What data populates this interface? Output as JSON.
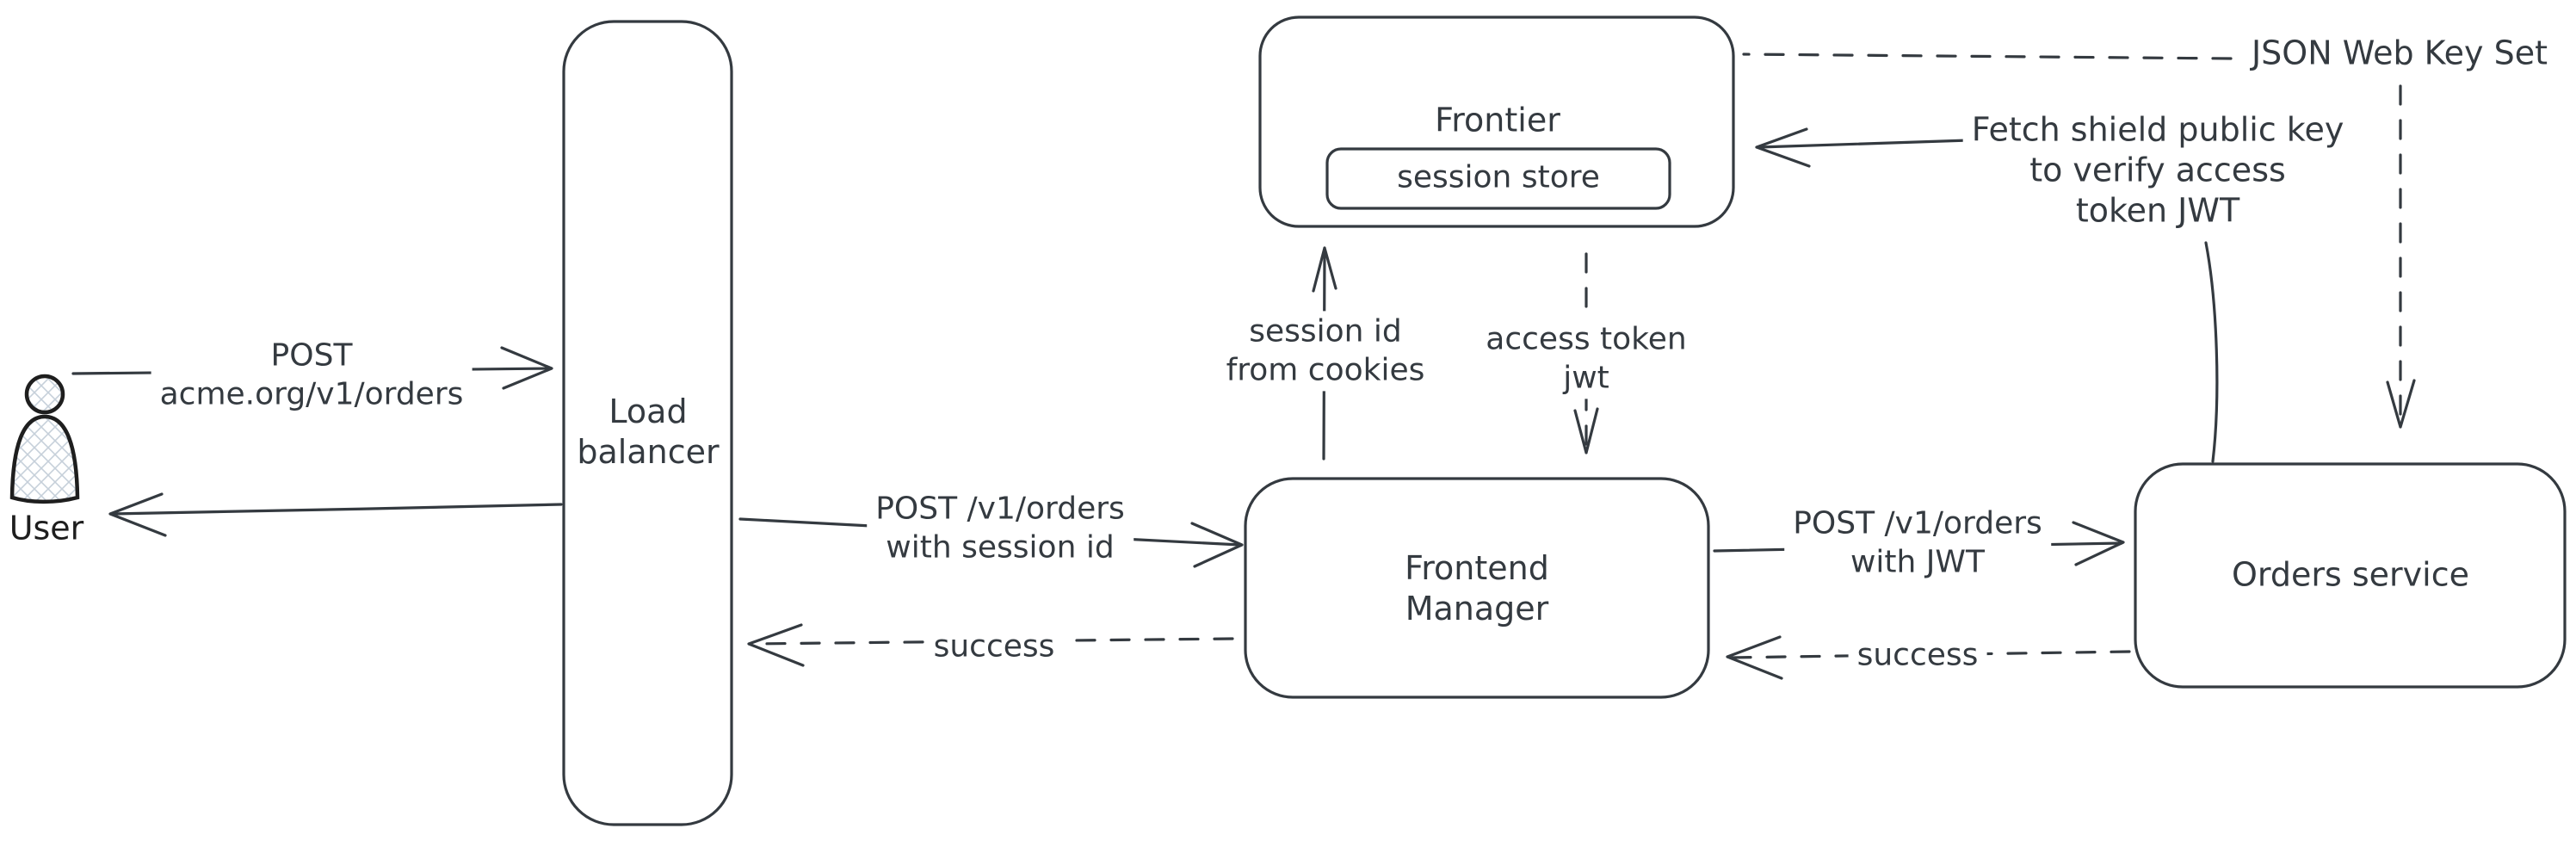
{
  "diagram": {
    "nodes": {
      "user": {
        "label": "User"
      },
      "load_balancer": {
        "lines": [
          "Load",
          "balancer"
        ]
      },
      "frontier": {
        "label": "Frontier",
        "session_store": "session store"
      },
      "frontend_manager": {
        "lines": [
          "Frontend",
          "Manager"
        ]
      },
      "orders_service": {
        "label": "Orders service"
      }
    },
    "edges": {
      "user_to_lb": {
        "lines": [
          "POST",
          "acme.org/v1/orders"
        ],
        "style": "solid-arrow"
      },
      "lb_to_user": {
        "style": "solid-arrow"
      },
      "lb_to_fm": {
        "lines": [
          "POST /v1/orders",
          "with session id"
        ],
        "style": "solid-arrow"
      },
      "fm_to_lb": {
        "label": "success",
        "style": "dashed-arrow"
      },
      "fm_to_frontier": {
        "lines": [
          "session id",
          "from cookies"
        ],
        "style": "solid-arrow"
      },
      "frontier_to_fm": {
        "lines": [
          "access token",
          "jwt"
        ],
        "style": "dashed-arrow"
      },
      "fm_to_orders": {
        "lines": [
          "POST /v1/orders",
          "with JWT"
        ],
        "style": "solid-arrow"
      },
      "orders_to_fm": {
        "label": "success",
        "style": "dashed-arrow"
      },
      "orders_to_frontier": {
        "lines": [
          "Fetch shield public key",
          "to verify access",
          "token JWT"
        ],
        "style": "solid-arrow"
      },
      "jwks_to_frontier": {
        "style": "dashed-line"
      },
      "jwks_to_orders": {
        "style": "dashed-arrow"
      }
    },
    "annotations": {
      "jwks": {
        "label": "JSON Web Key Set"
      }
    },
    "colors": {
      "stroke": "#343a40",
      "figure_stroke": "#1e1e1e",
      "hatch": "#c6d0da",
      "background": "#ffffff"
    }
  }
}
